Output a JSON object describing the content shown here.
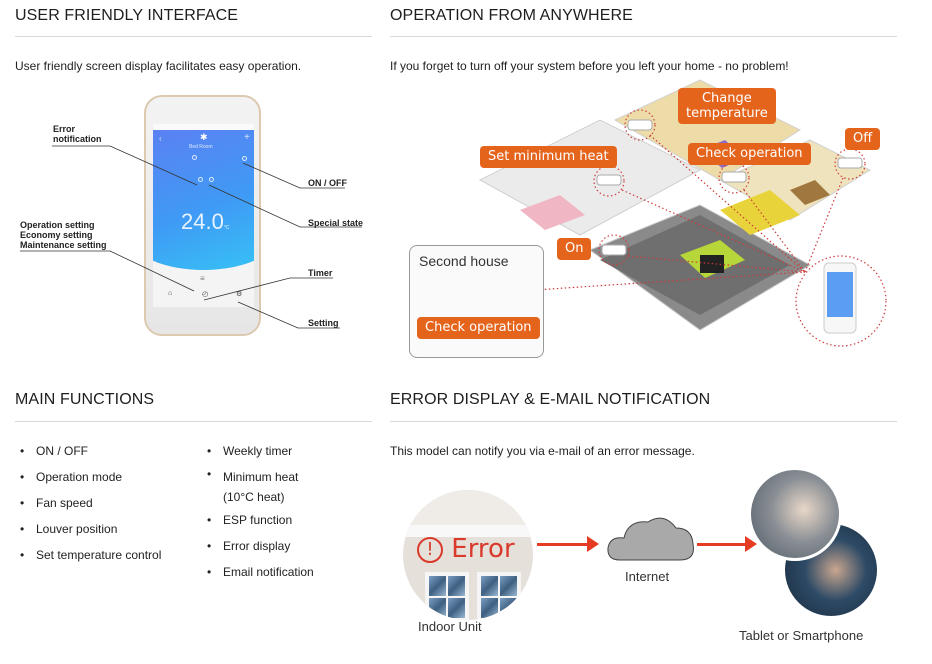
{
  "sections": {
    "user_friendly": {
      "title": "USER FRIENDLY INTERFACE",
      "description": "User friendly screen display facilitates easy operation.",
      "phone": {
        "room": "Bed Room",
        "temperature": "24.0",
        "unit": "°C",
        "mode_icon": "snowflake-icon",
        "nav_icons": [
          "home-icon",
          "timer-icon",
          "settings-icon"
        ]
      },
      "callouts": {
        "error_notification": [
          "Error",
          "notification"
        ],
        "operation_settings": [
          "Operation setting",
          "Economy setting",
          "Maintenance setting"
        ],
        "on_off": "ON / OFF",
        "special_state": "Special state",
        "timer": "Timer",
        "setting": "Setting"
      }
    },
    "operation_anywhere": {
      "title": "OPERATION FROM ANYWHERE",
      "description": "If you forget to turn off your system before you left your home - no problem!",
      "labels": {
        "change_temperature": [
          "Change",
          "temperature"
        ],
        "off": "Off",
        "set_minimum_heat": "Set minimum heat",
        "check_operation": "Check operation",
        "on": "On",
        "second_house": "Second house",
        "second_house_check": "Check operation"
      },
      "accent_color": "#e5641c"
    },
    "main_functions": {
      "title": "MAIN FUNCTIONS",
      "column1": [
        "ON / OFF",
        "Operation mode",
        "Fan speed",
        "Louver position",
        "Set temperature control"
      ],
      "column2": [
        "Weekly timer",
        "Minimum heat",
        "(10°C heat)",
        "ESP function",
        "Error display",
        "Email notification"
      ]
    },
    "error_display": {
      "title": "ERROR DISPLAY & E-MAIL NOTIFICATION",
      "description": "This model can notify you via e-mail of an error message.",
      "error_badge": "Error",
      "indoor_unit_label": "Indoor Unit",
      "internet_label": "Internet",
      "devices_label": "Tablet or Smartphone",
      "arrow_color": "#e53b22"
    }
  }
}
